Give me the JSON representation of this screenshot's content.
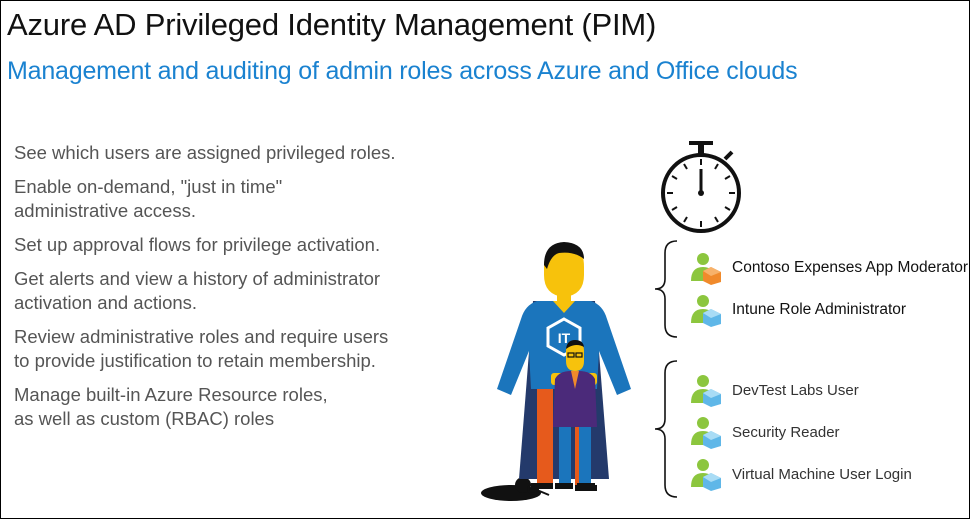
{
  "slide": {
    "title": "Azure AD Privileged Identity Management (PIM)",
    "subtitle": "Management and auditing of admin roles across Azure and Office clouds"
  },
  "bullets": [
    "See which users are assigned privileged roles.",
    "Enable on-demand, \"just in time\"\nadministrative access.",
    "Set up approval flows for privilege activation.",
    "Get alerts and view a history of administrator\nactivation and actions.",
    "Review administrative roles and require users\nto provide justification to retain membership.",
    "Manage built-in Azure Resource roles,\nas well as custom (RBAC) roles"
  ],
  "illustration": {
    "badge_text": "IT",
    "hero_cape_color": "#243a6b",
    "hero_shirt_color": "#1b75bc",
    "skin_color": "#f7c20c"
  },
  "role_groups": [
    {
      "roles": [
        {
          "label": "Contoso Expenses App Moderator",
          "icon": "user-role-icon",
          "badge_color": "#f08a2b"
        },
        {
          "label": "Intune Role Administrator",
          "icon": "user-role-icon",
          "badge_color": "#5fb7e8"
        }
      ]
    },
    {
      "roles": [
        {
          "label": "DevTest Labs User",
          "icon": "user-role-icon",
          "badge_color": "#5fb7e8"
        },
        {
          "label": "Security Reader",
          "icon": "user-role-icon",
          "badge_color": "#5fb7e8"
        },
        {
          "label": "Virtual Machine User Login",
          "icon": "user-role-icon",
          "badge_color": "#5fb7e8"
        }
      ]
    }
  ]
}
